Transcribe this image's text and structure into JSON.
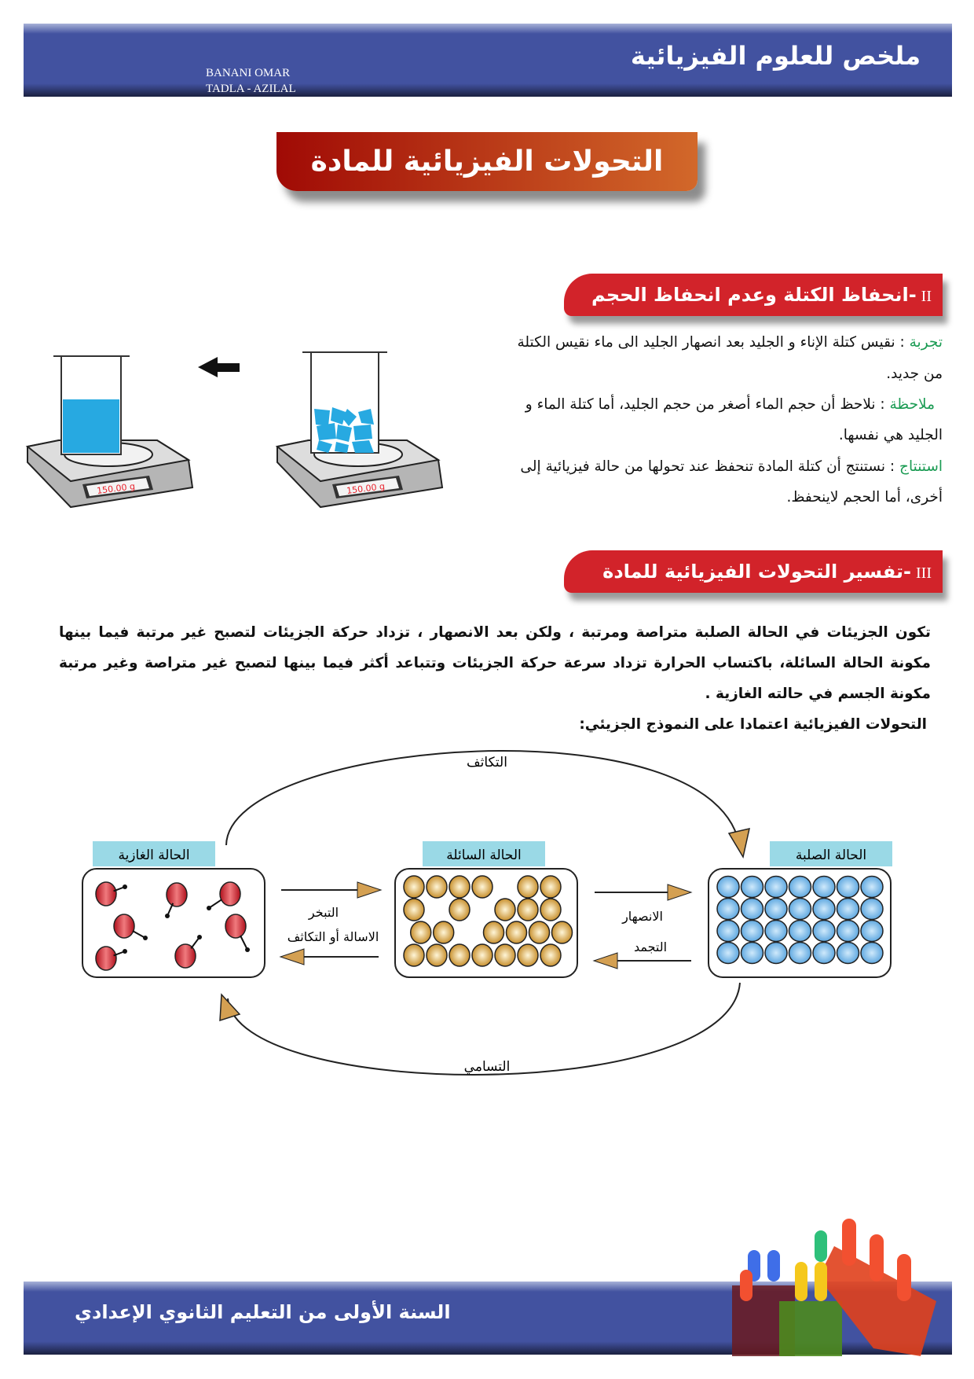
{
  "header": {
    "author": "BANANI OMAR",
    "location": "TADLA - AZILAL",
    "title": "ملخص للعلوم الفيزيائية"
  },
  "main_title": "التحولات الفيزيائية للمادة",
  "section2": {
    "num": "II",
    "title": "-انحفاظ الكتلة وعدم انحفاظ الحجم",
    "experiment_label": "تجربة",
    "experiment_text": ": نقيس كتلة الإناء و الجليد بعد انصهار الجليد الى ماء نقيس الكتلة",
    "experiment_text2": "من جديد.",
    "note_label": "ملاحظة",
    "note_text": " : نلاحظ أن حجم الماء أصغر من حجم الجليد، أما كتلة الماء و",
    "note_text2": "الجليد هي نفسها.",
    "conclusion_label": "استنتاج",
    "conclusion_text": ": نستنتج أن كتلة المادة تنحفظ عند تحولها من حالة فيزيائية إلى",
    "conclusion_text2": "أخرى، أما الحجم لاينحفظ.",
    "scale_reading_left": "150.00 g",
    "scale_reading_right": "150.00 g"
  },
  "section3": {
    "num": "III",
    "title": "-تفسير التحولات الفيزيائية للمادة",
    "paragraph": "تكون الجزيئات في الحالة الصلبة  متراصة ومرتبة ، ولكن بعد الانصهار ، تزداد حركة الجزيئات لتصبح غير مرتبة فيما بينها مكونة الحالة السائلة، باكتساب الحرارة تزداد سرعة حركة الجزيئات وتتباعد أكثر فيما بينها لتصبح غير متراصة وغير مرتبة مكونة الجسم  في حالته الغازية .",
    "intro": "التحولات الفيزيائية اعتمادا على النموذج الجزيئي:"
  },
  "diagram": {
    "gas": "الحالة الغازية",
    "liquid": "الحالة السائلة",
    "solid": "الحالة الصلبة",
    "condensation_top": "التكاثف",
    "sublimation": "التسامي",
    "evaporation": "التبخر",
    "liquefaction": "الاسالة أو التكاثف",
    "melting": "الانصهار",
    "freezing": "التجمد"
  },
  "footer": {
    "text": "السنة الأولى من التعليم الثانوي الإعدادي"
  },
  "colors": {
    "header_blue": "#4252a0",
    "section_red": "#d2232a",
    "label_green": "#1a9b53",
    "state_label_bg": "#9ad9e6"
  }
}
